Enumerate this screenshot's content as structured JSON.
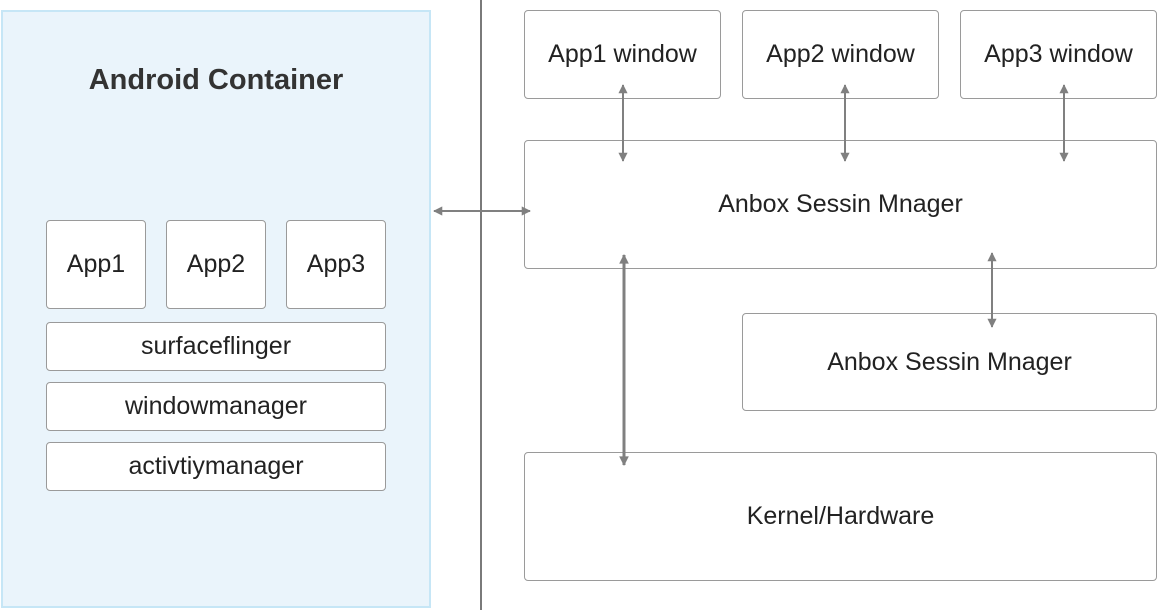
{
  "container": {
    "title": "Android Container",
    "apps": [
      "App1",
      "App2",
      "App3"
    ],
    "layers": [
      "surfaceflinger",
      "windowmanager",
      "activtiymanager"
    ]
  },
  "windows": [
    "App1 window",
    "App2 window",
    "App3 window"
  ],
  "session_manager_top": "Anbox Sessin Mnager",
  "session_manager_lower": "Anbox Sessin Mnager",
  "kernel": "Kernel/Hardware",
  "colors": {
    "container_bg": "#eaf4fb",
    "container_border": "#c6e6f6",
    "box_border": "#9a9a9a",
    "arrow": "#808080",
    "divider": "#7a7a7a"
  }
}
